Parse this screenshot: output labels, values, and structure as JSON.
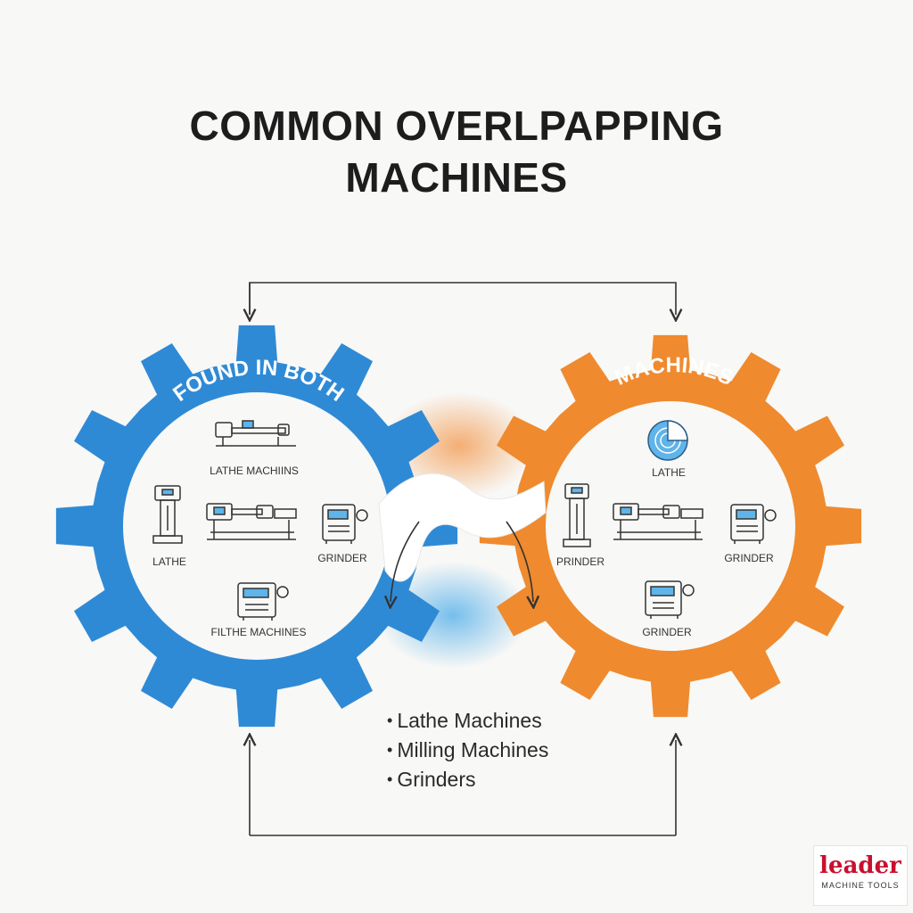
{
  "title": {
    "line1": "COMMON OVERLPAPPING",
    "line2": "MACHINES"
  },
  "left_gear": {
    "label": "FOUND IN BOTH",
    "color": "#2f8ad6",
    "items": {
      "top": "LATHE MACHIINS",
      "left": "LATHE",
      "right": "GRINDER",
      "bottom": "FILTHE MACHINES"
    }
  },
  "right_gear": {
    "label": "MACHINES",
    "color": "#ef8a2e",
    "items": {
      "top": "LATHE",
      "left": "PRINDER",
      "right": "GRINDER",
      "bottom": "GRINDER"
    }
  },
  "bullets": [
    "Lathe Machines",
    "Milling Machines",
    "Grinders"
  ],
  "logo": {
    "word": "leader",
    "sub": "MACHINE TOOLS",
    "color": "#c8102e"
  }
}
